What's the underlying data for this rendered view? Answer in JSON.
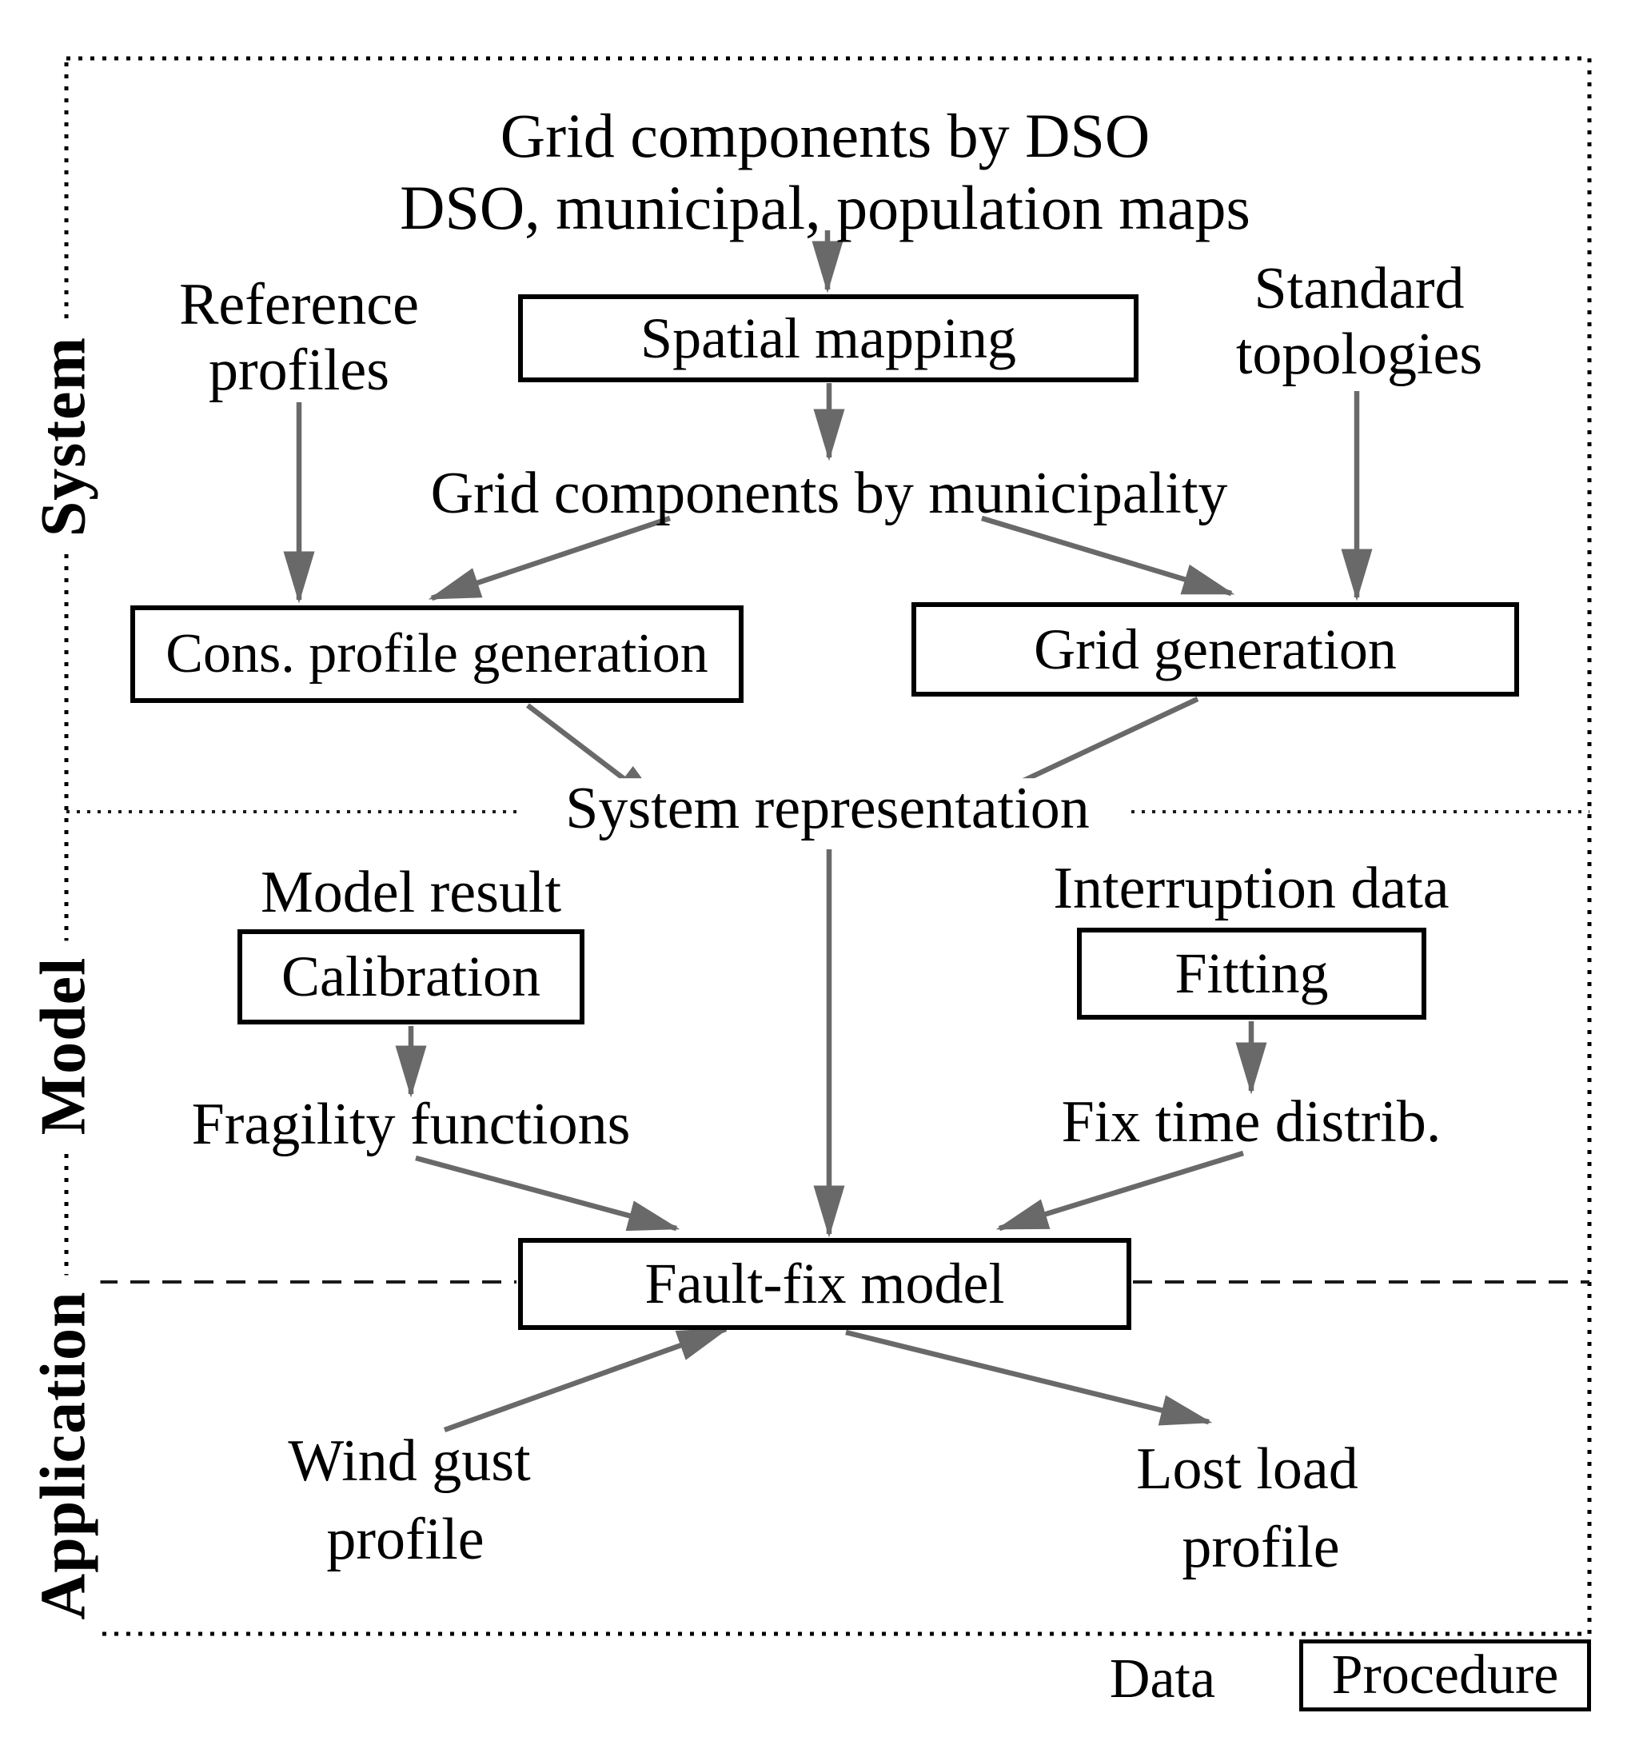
{
  "figure": {
    "sections": [
      {
        "id": "system",
        "label": "System"
      },
      {
        "id": "model",
        "label": "Model"
      },
      {
        "id": "application",
        "label": "Application"
      }
    ],
    "texts": {
      "grid_components_by_dso": "Grid components by DSO",
      "dso_municipal_population_maps": "DSO, municipal, population maps",
      "reference_profiles": {
        "line1": "Reference",
        "line2": "profiles"
      },
      "standard_topologies": {
        "line1": "Standard",
        "line2": "topologies"
      },
      "grid_components_by_municipality": "Grid components by municipality",
      "system_representation": "System representation",
      "model_result": "Model result",
      "fragility_functions": "Fragility functions",
      "interruption_data": "Interruption data",
      "fix_time_distrib": "Fix time distrib.",
      "wind_gust_profile": {
        "line1": "Wind gust",
        "line2": "profile"
      },
      "lost_load_profile": {
        "line1": "Lost load",
        "line2": "profile"
      }
    },
    "procedures": {
      "spatial_mapping": "Spatial mapping",
      "cons_profile_generation": "Cons. profile generation",
      "grid_generation": "Grid generation",
      "calibration": "Calibration",
      "fitting": "Fitting",
      "fault_fix_model": "Fault-fix model"
    },
    "legend": {
      "data_label": "Data",
      "procedure_label": "Procedure"
    },
    "colors": {
      "arrow": "#696969",
      "line": "#000000",
      "box_border": "#000000",
      "box_fill": "#ffffff",
      "text": "#000000",
      "background": "#ffffff"
    }
  }
}
